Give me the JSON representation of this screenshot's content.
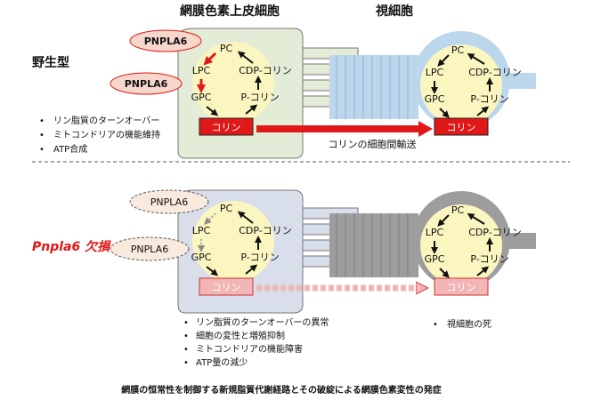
{
  "header": {
    "rpe_label": "網膜色素上皮細胞",
    "photoreceptor_label": "視細胞"
  },
  "wildtype": {
    "label": "野生型",
    "enzyme_top": "PNPLA6",
    "enzyme_bottom": "PNPLA6",
    "cycle": {
      "pc": "PC",
      "lpc": "LPC",
      "gpc": "GPC",
      "choline": "コリン",
      "p_choline": "P-コリン",
      "cdp_choline": "CDP-コリン"
    },
    "photoreceptor_cycle": {
      "pc": "PC",
      "lpc": "LPC",
      "gpc": "GPC",
      "choline": "コリン",
      "p_choline": "P-コリン",
      "cdp_choline": "CDP-コリン"
    },
    "transport_label": "コリンの細胞間輸送",
    "bullets": [
      "リン脂質のターンオーバー",
      "ミトコンドリアの機能維持",
      "ATP合成"
    ]
  },
  "mutant": {
    "label": "Pnpla6 欠損",
    "enzyme_top": "PNPLA6",
    "enzyme_bottom": "PNPLA6",
    "cycle": {
      "pc": "PC",
      "lpc": "LPC",
      "gpc": "GPC",
      "choline": "コリン",
      "p_choline": "P-コリン",
      "cdp_choline": "CDP-コリン"
    },
    "photoreceptor_cycle": {
      "pc": "PC",
      "lpc": "LPC",
      "gpc": "GPC",
      "choline": "コリン",
      "p_choline": "P-コリン",
      "cdp_choline": "CDP-コリン"
    },
    "bullets": [
      "リン脂質のターンオーバーの異常",
      "細胞の変性と増殖抑制",
      "ミトコンドリアの機能障害",
      "ATP量の減少"
    ],
    "photoreceptor_bullet": "視細胞の死"
  },
  "caption": "網膜の恒常性を制御する新規脂質代謝経路とその破綻による網膜色素変性の発症",
  "colors": {
    "rpe_wt": "#e2ecd6",
    "rpe_mut": "#d9dfea",
    "pr_wt": "#bcd6ec",
    "pr_mut": "#9d9d9d",
    "cycle_fill": "#fbf6c0",
    "accent_red": "#e01818",
    "enzyme_wt": "#f7d7cc",
    "enzyme_mut": "#faeade",
    "choline_mut": "#f2b6b6"
  }
}
